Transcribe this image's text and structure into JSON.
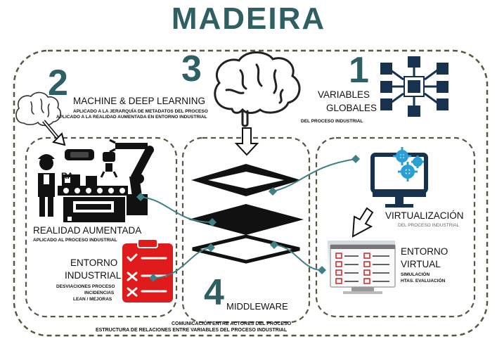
{
  "title": "MADEIRA",
  "sections": {
    "variables": {
      "number": "1",
      "label_line1": "VARIABLES",
      "label_line2": "GLOBALES",
      "sub": "DEL PROCESO INDUSTRIAL",
      "icon": "hierarchy-network-icon"
    },
    "learning": {
      "number": "2",
      "label": "MACHINE & DEEP LEARNING",
      "sub1": "APLICADO A LA JERARQUÍA DE METADATOS DEL PROCESO",
      "sub2": "APLICADO A LA REALIDAD AUMENTADA EN ENTORNO INDUSTRIAL",
      "icon": "brain-icon"
    },
    "brain": {
      "number": "3",
      "icon": "brain-icon"
    },
    "middleware": {
      "number": "4",
      "label": "MIDDLEWARE",
      "sub1": "COMUNICACIÓN ENTRE ACTORES DEL PROCESO",
      "sub2": "ESTRUCTURA DE RELACIONES ENTRE VARIABLES DEL PROCESO INDUSTRIAL",
      "icon": "layers-stack-icon"
    },
    "augmented": {
      "ra_tag": "RA",
      "label": "REALIDAD AUMENTADA",
      "sub": "APLICADO AL PROCESO INDUSTRIAL",
      "icon": "ar-factory-icon"
    },
    "industrial": {
      "label_line1": "ENTORNO",
      "label_line2": "INDUSTRIAL",
      "sub1": "DESVIACIONES PROCESO",
      "sub2": "INCIDENCIAS",
      "sub3": "LEAN / MEJORAS",
      "icon": "checklist-clipboard-icon"
    },
    "virtualization": {
      "label": "VIRTUALIZACIÓN",
      "sub": "DEL PROCESO INDUSTRIAL",
      "icon": "monitor-gears-icon"
    },
    "virtual": {
      "label_line1": "ENTORNO",
      "label_line2": "VIRTUAL",
      "sub1": "SIMULACIÓN",
      "sub2": "HTAS. EVALUACIÓN",
      "icon": "monitor-checklist-icon"
    }
  },
  "colors": {
    "title": "#2f5f62",
    "dashed_border": "#5a5540",
    "node_blue": "#16324f",
    "connector": "#3f7f86",
    "clipboard_red": "#e01b1b",
    "gear_blue": "#2a9fd6"
  }
}
